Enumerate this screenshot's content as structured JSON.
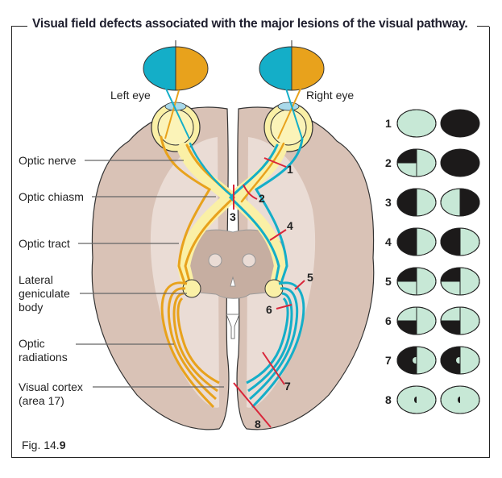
{
  "title": "Visual field defects associated with the major lesions of the visual pathway.",
  "figure_label": {
    "prefix": "Fig. 14.",
    "number": "9"
  },
  "eye_labels": {
    "left": "Left eye",
    "right": "Right eye"
  },
  "structure_labels": [
    {
      "id": "optic-nerve",
      "text": "Optic nerve"
    },
    {
      "id": "optic-chiasm",
      "text": "Optic chiasm"
    },
    {
      "id": "optic-tract",
      "text": "Optic tract"
    },
    {
      "id": "lateral-geniculate-body",
      "text": "Lateral\ngeniculate\nbody"
    },
    {
      "id": "optic-radiations",
      "text": "Optic\nradiations"
    },
    {
      "id": "visual-cortex",
      "text": "Visual cortex\n(area 17)"
    }
  ],
  "lesion_numbers": [
    "1",
    "2",
    "3",
    "4",
    "5",
    "6",
    "7",
    "8"
  ],
  "colors": {
    "temporal_field": "#e8a21c",
    "nasal_field": "#14aec8",
    "brain": "#d9c2b6",
    "brain_dark": "#c6aea1",
    "brain_light": "#eadcd5",
    "lesion": "#d9263a",
    "field_intact": "#c7e8d6",
    "field_lost": "#1c1a1a",
    "eyeball": "#faf0a6"
  },
  "field_defects": [
    {
      "row": "1",
      "left": "intact",
      "right": "blind"
    },
    {
      "row": "2",
      "left": "upper-left quadrant lost",
      "right": "blind"
    },
    {
      "row": "3",
      "left": "left half lost",
      "right": "right half lost"
    },
    {
      "row": "4",
      "left": "left half lost",
      "right": "left half lost"
    },
    {
      "row": "5",
      "left": "upper-left quadrant lost",
      "right": "upper-left quadrant lost"
    },
    {
      "row": "6",
      "left": "lower-left quadrant lost",
      "right": "lower-left quadrant lost"
    },
    {
      "row": "7",
      "left": "left half lost, macula spared",
      "right": "left half lost, macula spared"
    },
    {
      "row": "8",
      "left": "small central left scotoma",
      "right": "small central left scotoma"
    }
  ]
}
